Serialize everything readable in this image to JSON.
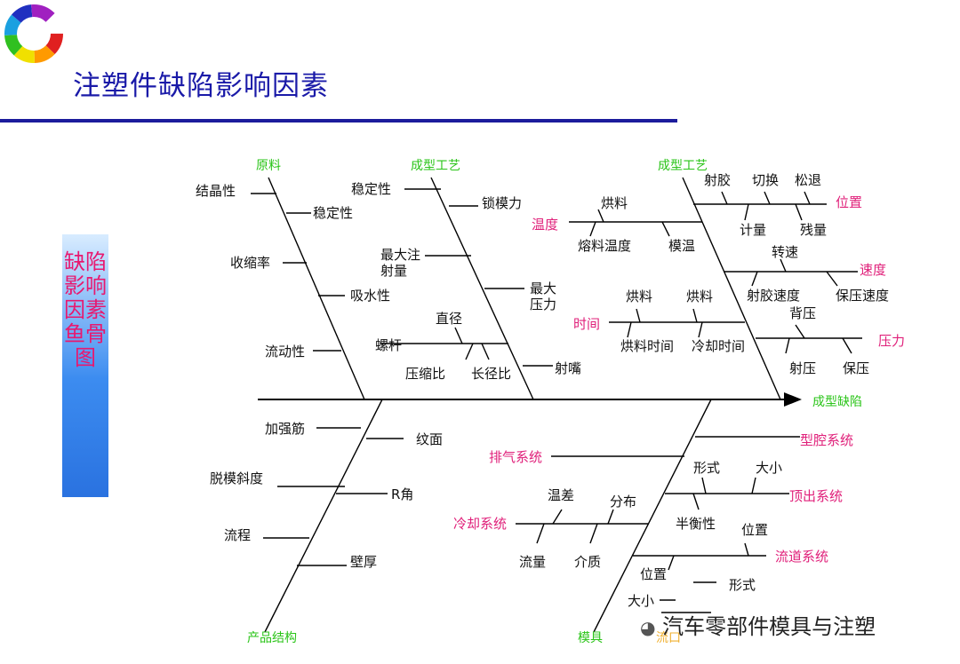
{
  "title": "注塑件缺陷影响因素",
  "side_label": "缺陷影响因素鱼骨图",
  "effect": "成型缺陷",
  "categories": {
    "raw_material": "原料",
    "molding_process_1": "成型工艺",
    "molding_process_2": "成型工艺",
    "product_structure": "产品结构",
    "mold": "模具",
    "gate": "流口"
  },
  "raw_material_factors": [
    "结晶性",
    "稳定性",
    "收缩率",
    "吸水性",
    "流动性"
  ],
  "process1_factors": [
    "稳定性",
    "锁模力",
    "最大注射量",
    "最大压力",
    "直径",
    "螺杆",
    "压缩比",
    "长径比",
    "射嘴"
  ],
  "process2_groups": {
    "temperature": "温度",
    "time": "时间",
    "position": "位置",
    "speed": "速度",
    "pressure": "压力"
  },
  "process2_factors": {
    "bake_material": "烘料",
    "melt_temp": "熔料温度",
    "mold_temp": "模温",
    "shot": "射胶",
    "switch": "切换",
    "loosen": "松退",
    "metering": "计量",
    "residual": "残量",
    "rpm": "转速",
    "shot_speed": "射胶速度",
    "hold_speed": "保压速度",
    "back_pressure": "背压",
    "shot_pressure": "射压",
    "hold_pressure": "保压",
    "bake1": "烘料",
    "bake2": "烘料",
    "bake_time": "烘料时间",
    "cool_time": "冷却时间"
  },
  "product_factors": [
    "加强筋",
    "纹面",
    "脱模斜度",
    "R角",
    "流程",
    "壁厚"
  ],
  "mold_groups": {
    "cavity": "型腔系统",
    "vent": "排气系统",
    "ejector": "顶出系统",
    "cooling": "冷却系统",
    "runner": "流道系统"
  },
  "mold_factors": {
    "shape": "形式",
    "size": "大小",
    "balance": "半衡性",
    "temp_diff": "温差",
    "distribution": "分布",
    "flow": "流量",
    "medium": "介质",
    "position": "位置",
    "position2": "位置",
    "shape2": "形式",
    "size2": "大小"
  },
  "watermark": "汽车零部件模具与注塑",
  "colors": {
    "title": "#1a1aa8",
    "category": "#2ac418",
    "group": "#e0207a",
    "line": "#000000"
  }
}
